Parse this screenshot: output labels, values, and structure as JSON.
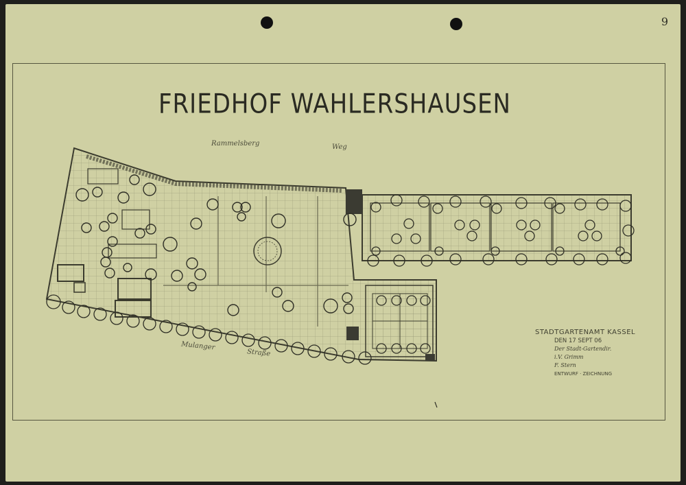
{
  "document": {
    "title": "FRIEDHOF  WAHLERSHAUSEN",
    "sheet_number": "9",
    "road_top": "Rammelsberg",
    "road_top_suffix": "Weg",
    "road_bottom": "Mulanger",
    "road_bottom_suffix": "Straße"
  },
  "stamp": {
    "office": "STADTGARTENAMT  KASSEL",
    "date": "DEN 17 SEPT 06",
    "line1": "Der Stadt-Gartendir.",
    "line2": "i.V. Grimm",
    "line3": "F. Stern",
    "footer": "ENTWURF · ZEICHNUNG"
  }
}
